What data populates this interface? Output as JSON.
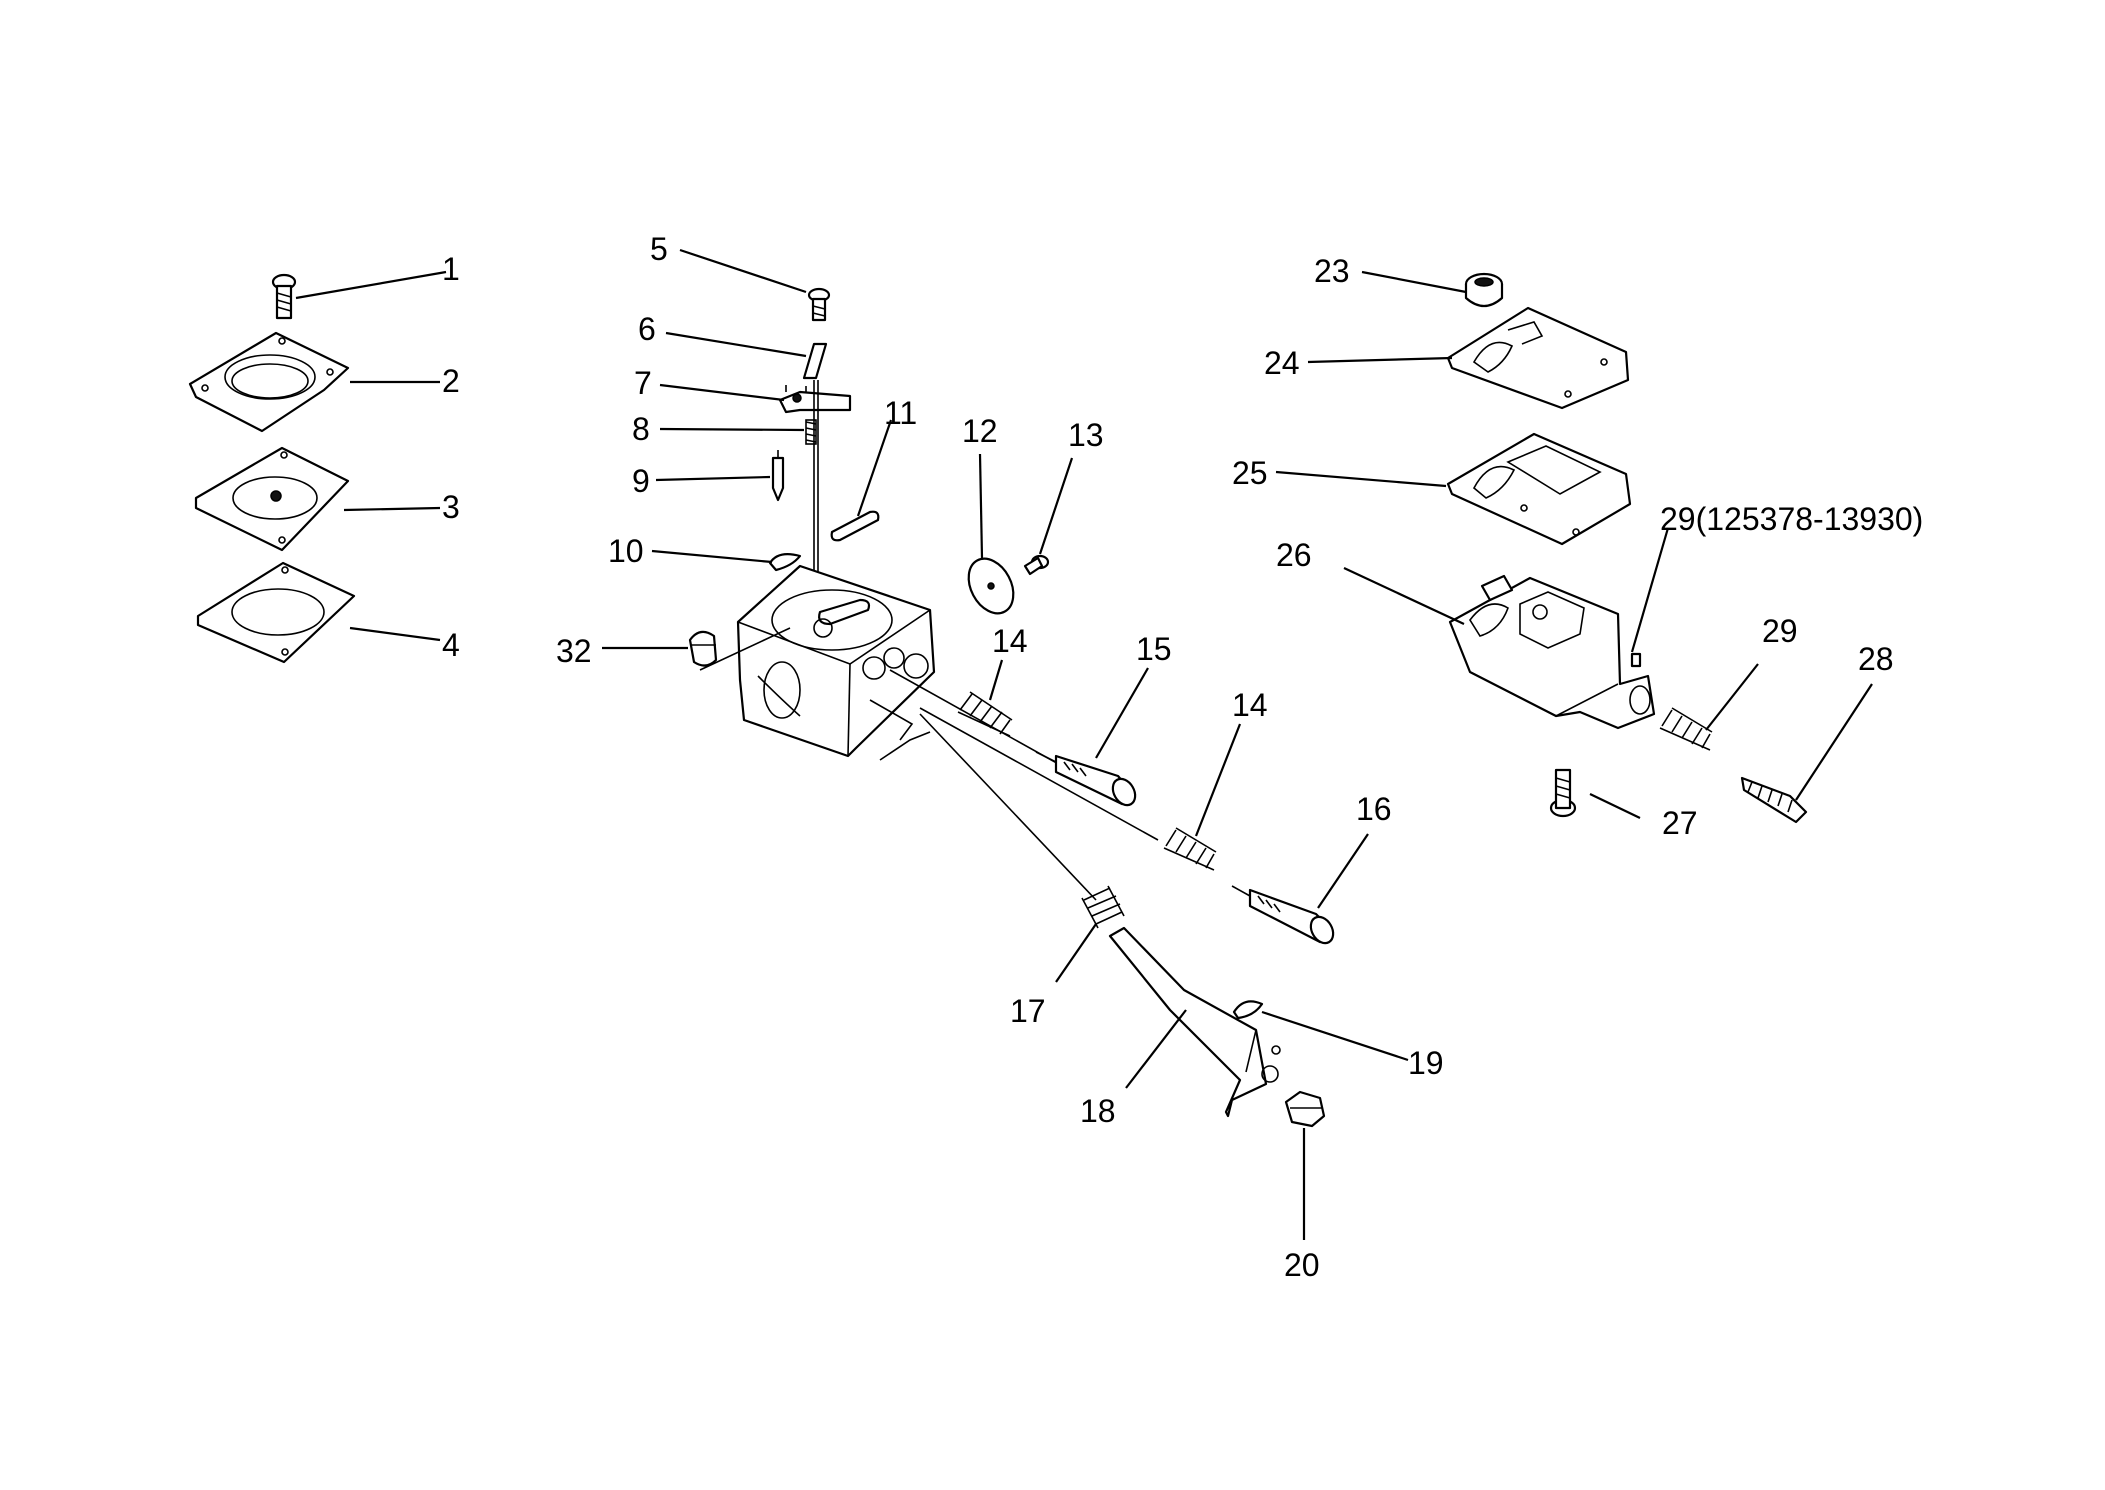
{
  "labels": {
    "p1": "1",
    "p2": "2",
    "p3": "3",
    "p4": "4",
    "p5": "5",
    "p6": "6",
    "p7": "7",
    "p8": "8",
    "p9": "9",
    "p10": "10",
    "p11": "11",
    "p12": "12",
    "p13": "13",
    "p14a": "14",
    "p14b": "14",
    "p15": "15",
    "p16": "16",
    "p17": "17",
    "p18": "18",
    "p19": "19",
    "p20": "20",
    "p23": "23",
    "p24": "24",
    "p25": "25",
    "p26": "26",
    "p27": "27",
    "p28": "28",
    "p29a": "29(125378-13930)",
    "p29b": "29",
    "p32": "32"
  }
}
